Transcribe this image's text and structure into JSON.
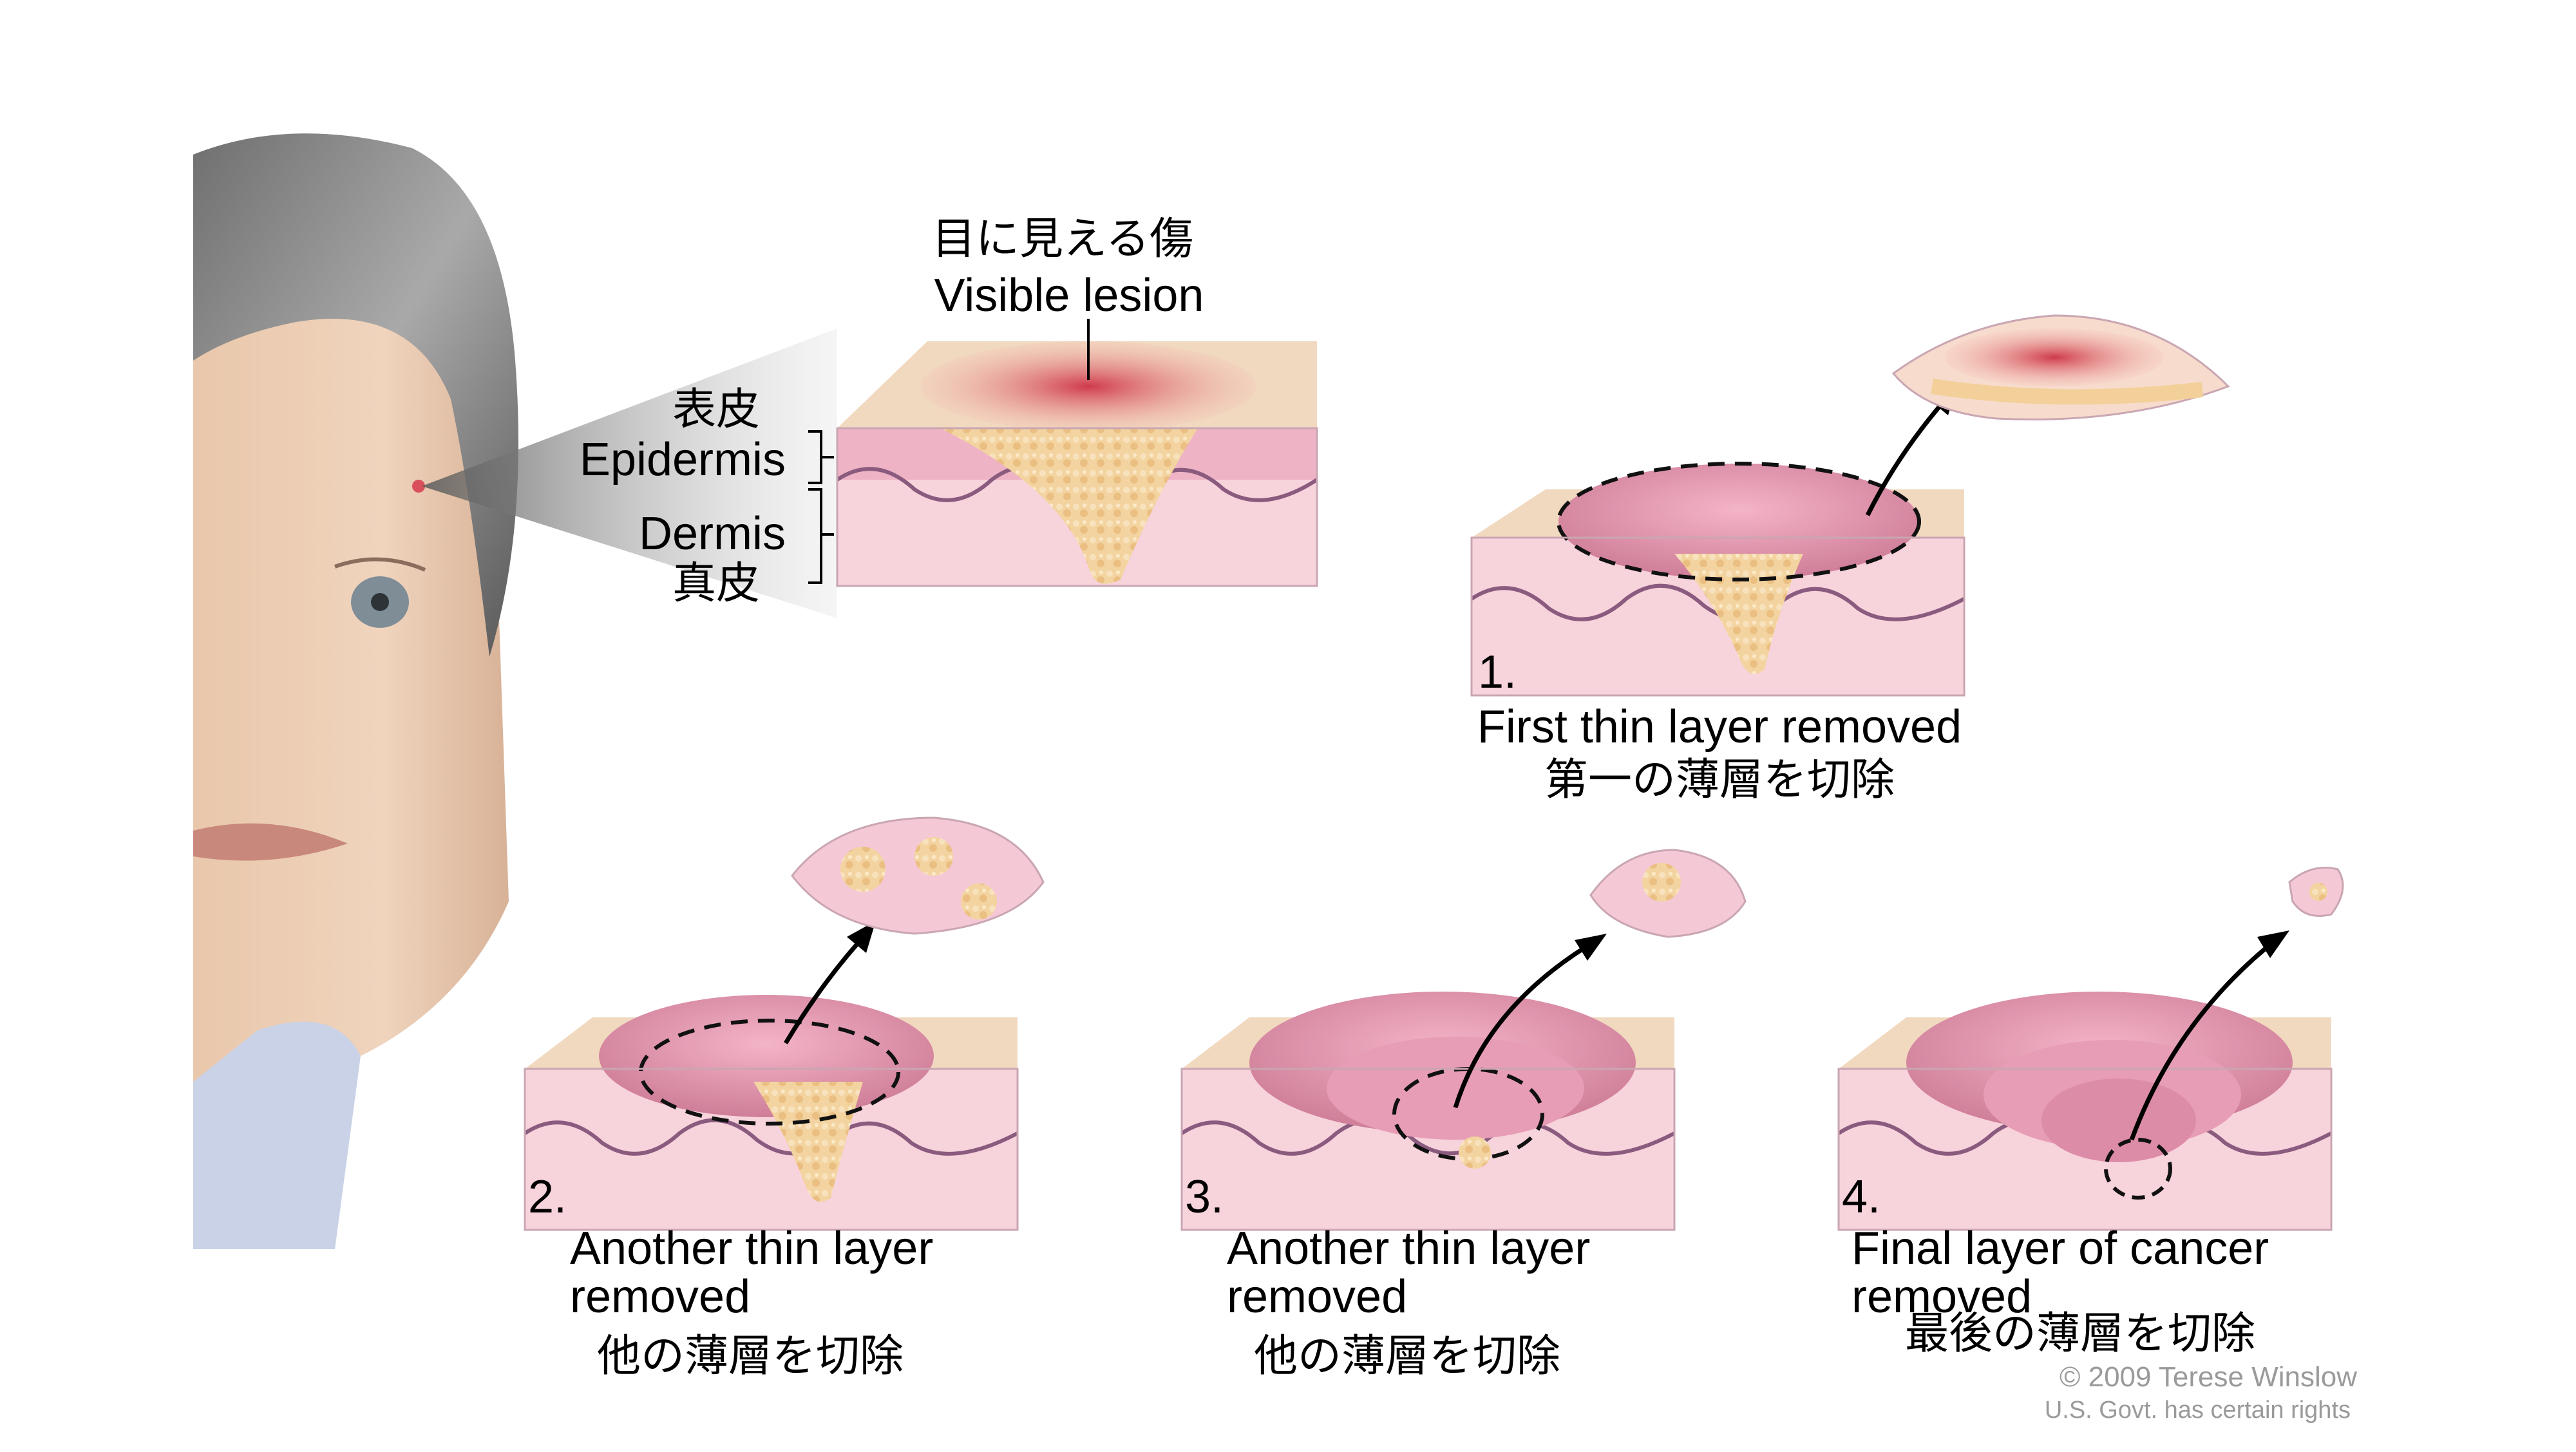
{
  "figure": {
    "visible_lesion": {
      "ja": "目に見える傷",
      "en": "Visible lesion"
    },
    "epidermis": {
      "ja": "表皮",
      "en": "Epidermis"
    },
    "dermis": {
      "en": "Dermis",
      "ja": "真皮"
    },
    "steps": [
      {
        "number": "1.",
        "line1": "First thin layer removed",
        "line2": "",
        "ja": "第一の薄層を切除"
      },
      {
        "number": "2.",
        "line1": "Another thin layer",
        "line2": "removed",
        "ja": "他の薄層を切除"
      },
      {
        "number": "3.",
        "line1": "Another thin layer",
        "line2": "removed",
        "ja": "他の薄層を切除"
      },
      {
        "number": "4.",
        "line1": "Final layer of cancer",
        "line2": "removed",
        "ja": "最後の薄層を切除"
      }
    ],
    "copyright": "© 2009 Terese Winslow",
    "rights": "U.S. Govt. has certain rights"
  },
  "colors": {
    "skin_top": "#f1d9c0",
    "dermis": "#f7d3dc",
    "epidermis": "#eeb3c4",
    "tumor": "#f3d099",
    "lesion_red": "#d9505c",
    "wave": "#8a5b7e"
  }
}
